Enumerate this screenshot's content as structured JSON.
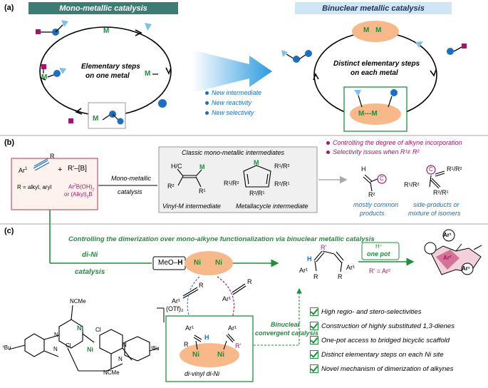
{
  "panel_a": {
    "label": "(a)",
    "mono_header": "Mono-metallic catalysis",
    "binuclear_header": "Binuclear metallic catalysis",
    "mono_center": [
      "Elementary steps",
      "on one metal"
    ],
    "binuclear_center": [
      "Distinct elementary steps",
      "on each metal"
    ],
    "metal": "M",
    "metal_pair": "M M",
    "metal_bridge": "M---M",
    "advantages": [
      "New intermediate",
      "New reactivity",
      "New selectivity"
    ]
  },
  "panel_b": {
    "label": "(b)",
    "alkyne_r": "R",
    "alkyne_ar": "Ar",
    "alkyne_sup": "1",
    "r_def": "R = alkyl, aryl",
    "plus": "+",
    "reagent": "R'–[B]",
    "reagent_def_1": "Ar",
    "reagent_def_1b": "B(OH)",
    "reagent_def_2": "or (Alkyl)",
    "reagent_def_2b": "B",
    "route": [
      "Mono-metallic",
      "catalysis"
    ],
    "classic_title": "Classic mono-metallic intermediates",
    "vinyl_caption": "Vinyl-M intermediate",
    "metallacycle_caption": "Metallacycle intermediate",
    "issues": [
      "Controlling the degree of alkyne incorporation",
      "Selectivity issues when R¹≠ R²"
    ],
    "common_products": [
      "mostly common",
      "products"
    ],
    "side_products": [
      "side-products or",
      "mixture of isomers"
    ],
    "r1": "R¹",
    "r2": "R²",
    "r1r2": "R¹/R²",
    "r2r1": "R²/R¹",
    "hc": "H/C",
    "h": "H",
    "m": "M",
    "c": "C"
  },
  "panel_c": {
    "label": "(c)",
    "title": "Controlling the dimerization over mono-alkyne functionalization via binuclear metallic catalysis",
    "catalysis": [
      "di-Ni",
      "catalysis"
    ],
    "meoh_a": "MeO",
    "meoh_b": "H",
    "ni": "Ni",
    "one_pot_top": "H⁺",
    "one_pot": "one pot",
    "r_eq": "R' = Ar²",
    "ar1": "Ar¹",
    "ar2": "Ar²",
    "r": "R",
    "r_prime": "R'",
    "h": "H",
    "divinyl": "di-vinyl di-Ni",
    "binuclear_convergent": [
      "Binuclear",
      "convergent catalysis"
    ],
    "complex_counterion": "(OTf)₂",
    "ncme": "NCMe",
    "cl": "Cl",
    "n": "N",
    "tbu": "ᵗBu",
    "checks": [
      "High regio- and stero-selectivities",
      "Construction of highly substituted 1,3-dienes",
      "One-pot access to bridged bicyclic scaffold",
      "Distinct elementary steps on each Ni site",
      "Novel mechanism of dimerization of alkynes"
    ]
  },
  "colors": {
    "green": "#1f8f3a",
    "blue": "#1a6fc0",
    "magenta": "#a3166b",
    "teal_header": "#3c7c73",
    "light_blue_header": "#cfe6f7",
    "orange": "#f7b98a",
    "grey": "#9e9e9e"
  }
}
